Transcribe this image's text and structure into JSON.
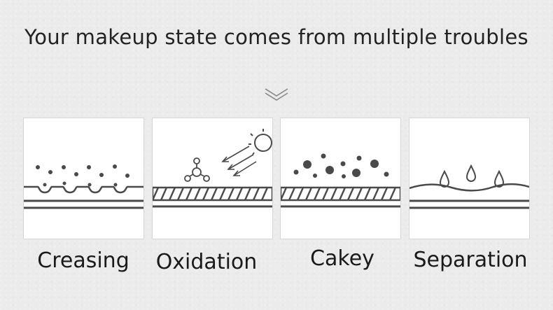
{
  "heading": "Your makeup state comes from multiple troubles",
  "panels": [
    {
      "label": "Creasing",
      "icon": "creasing-illustration-icon"
    },
    {
      "label": "Oxidation",
      "icon": "oxidation-illustration-icon"
    },
    {
      "label": "Cakey",
      "icon": "cakey-illustration-icon"
    },
    {
      "label": "Separation",
      "icon": "separation-illustration-icon"
    }
  ],
  "colors": {
    "line": "#4a4a4a",
    "background": "#ebebeb",
    "panel": "#ffffff"
  }
}
